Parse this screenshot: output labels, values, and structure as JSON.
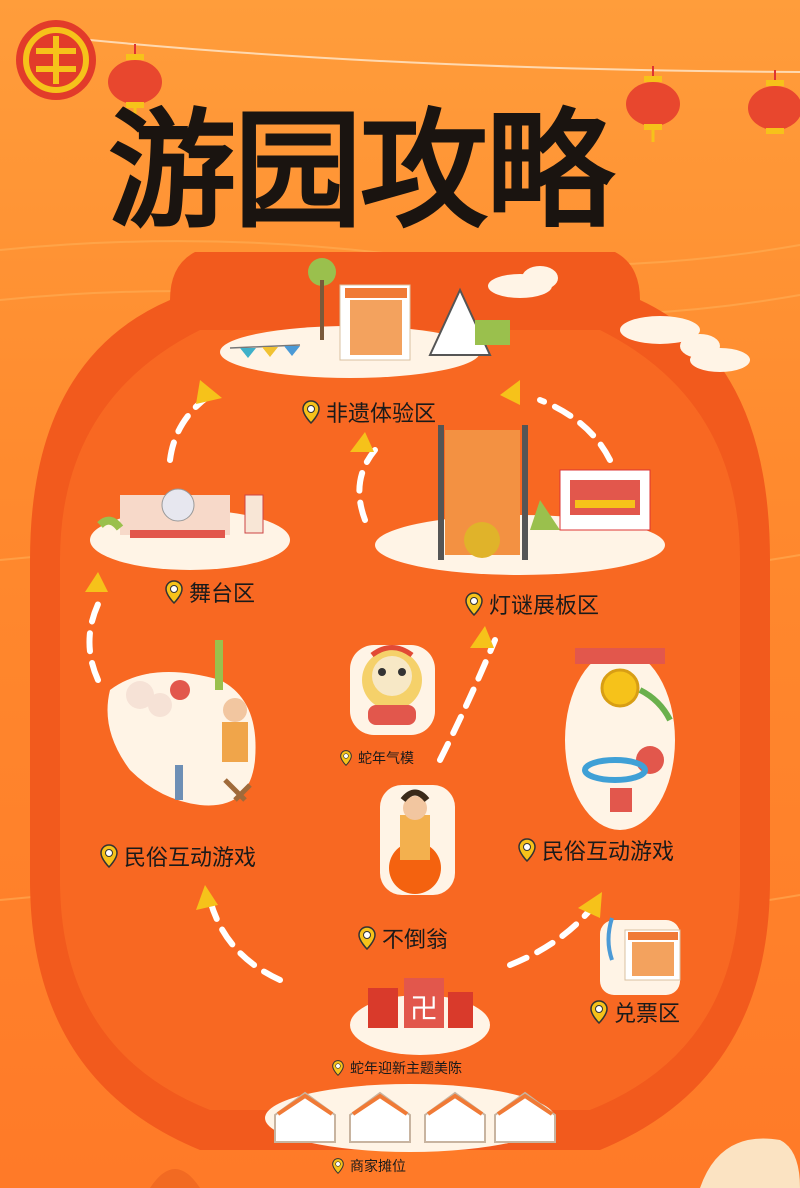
{
  "header": {
    "title": "游园攻略"
  },
  "colors": {
    "background": "#ff8a2e",
    "lantern_body": "#f25a1d",
    "pin": "#f6c21a",
    "path": "#ffffff",
    "title": "#1a1410"
  },
  "icons": [
    "union-logo-icon",
    "lantern-icon",
    "location-pin-icon",
    "arrow-icon"
  ],
  "zones": {
    "heritage": "非遗体验区",
    "stage": "舞台区",
    "riddles": "灯谜展板区",
    "folk_left": "民俗互动游戏",
    "snake_inflatable": "蛇年气模",
    "folk_right": "民俗互动游戏",
    "tumbler": "不倒翁",
    "ticket": "兑票区",
    "theme_display": "蛇年迎新主题美陈",
    "vendors": "商家摊位"
  }
}
